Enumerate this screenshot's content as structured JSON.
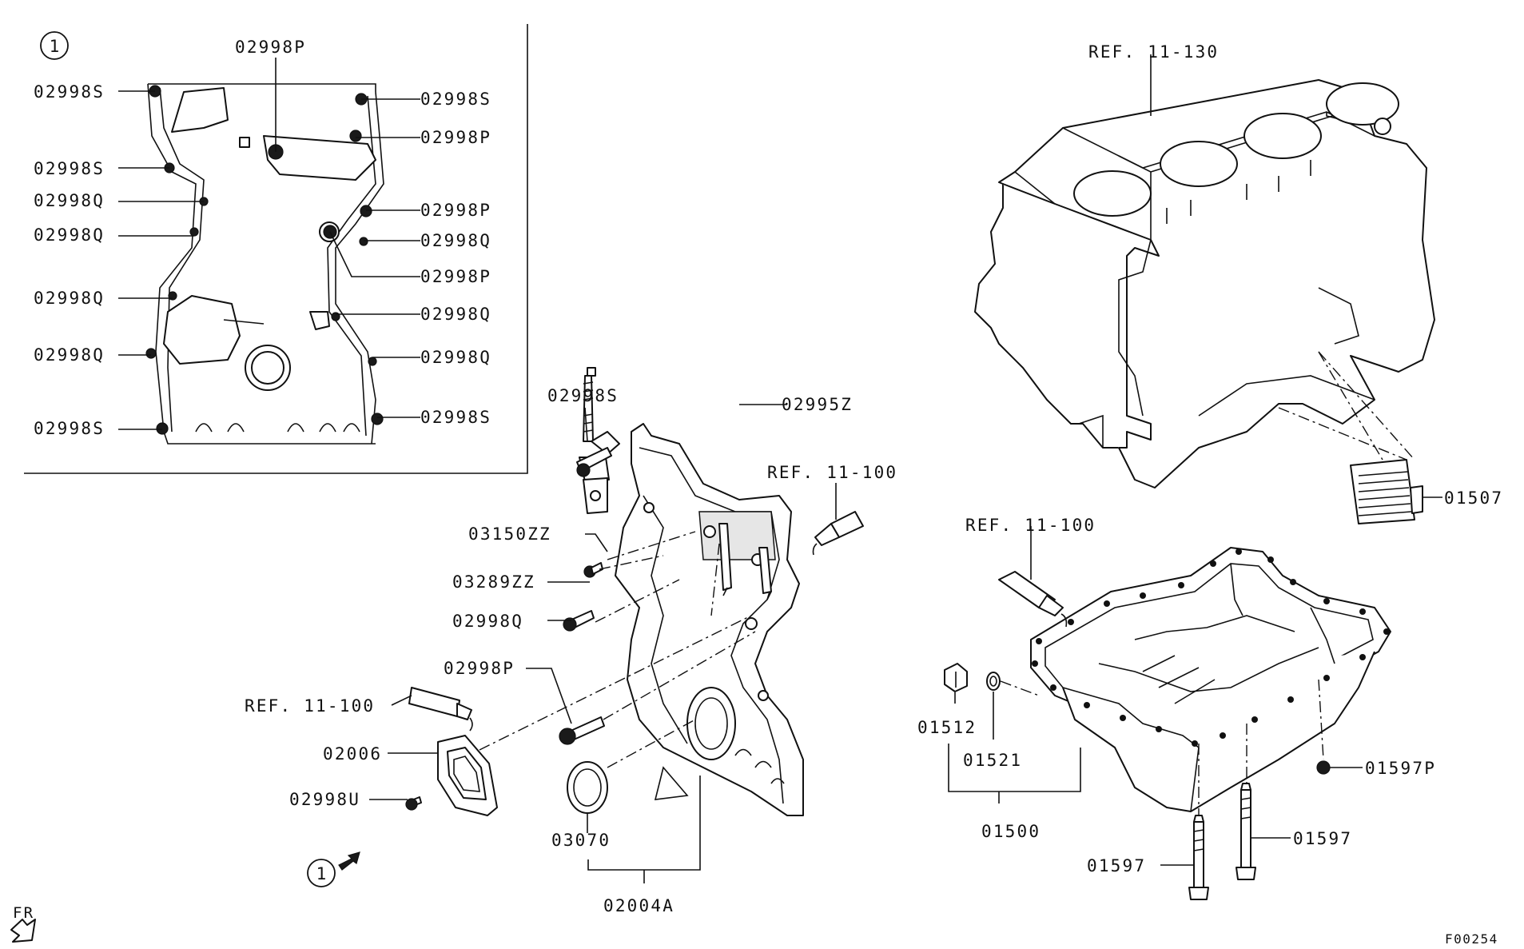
{
  "inset": {
    "circle_ref": "1",
    "labels_left": [
      "02998S",
      "02998S",
      "02998Q",
      "02998Q",
      "02998Q",
      "02998Q",
      "02998S"
    ],
    "labels_right": [
      "02998S",
      "02998P",
      "02998P",
      "02998Q",
      "02998P",
      "02998Q",
      "02998Q",
      "02998S"
    ],
    "label_top": "02998P"
  },
  "timing_cover": {
    "labels": {
      "bolt_s": "02998S",
      "stud": "02995Z",
      "ref_sealant_1": "REF. 11-100",
      "bracket": "03150ZZ",
      "bolt_zz": "03289ZZ",
      "bolt_q": "02998Q",
      "bolt_p": "02998P",
      "ref_sealant_2": "REF. 11-100",
      "cover_plate": "02006",
      "bolt_u": "02998U",
      "oil_seal": "03070",
      "cover_assy": "02004A",
      "view_ref": "1"
    }
  },
  "engine_block": {
    "ref": "REF. 11-130",
    "strainer": "01507"
  },
  "oil_pan": {
    "ref_sealant": "REF. 11-100",
    "drain_plug": "01512",
    "gasket": "01521",
    "pan_assy": "01500",
    "bolt_p": "01597P",
    "bolt_1": "01597",
    "bolt_2": "01597"
  },
  "footer": {
    "fr_label": "FR",
    "figure_code": "F00254"
  }
}
